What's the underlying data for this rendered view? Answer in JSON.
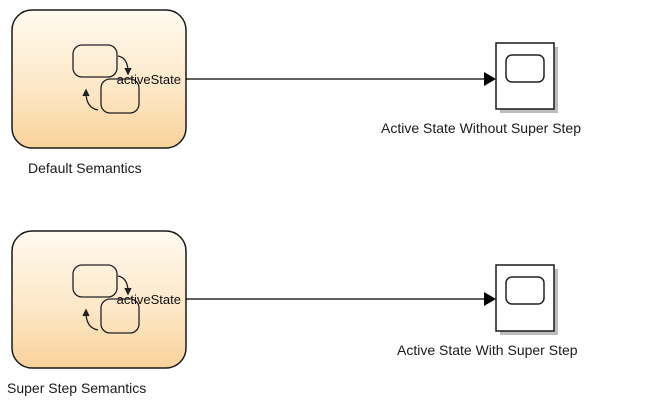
{
  "diagram": {
    "rows": [
      {
        "chart_block": {
          "name": "Default Semantics",
          "output_port": "activeState"
        },
        "scope_block": {
          "name": "Active State Without Super Step"
        }
      },
      {
        "chart_block": {
          "name": "Super Step Semantics",
          "output_port": "activeState"
        },
        "scope_block": {
          "name": "Active State With Super Step"
        }
      }
    ]
  },
  "colors": {
    "chart_fill_light": "#fff6e6",
    "chart_fill_dark": "#fbd9a8",
    "block_border": "#1a1a1a",
    "scope_shadow": "#bdbdbd",
    "signal_line": "#000000"
  }
}
